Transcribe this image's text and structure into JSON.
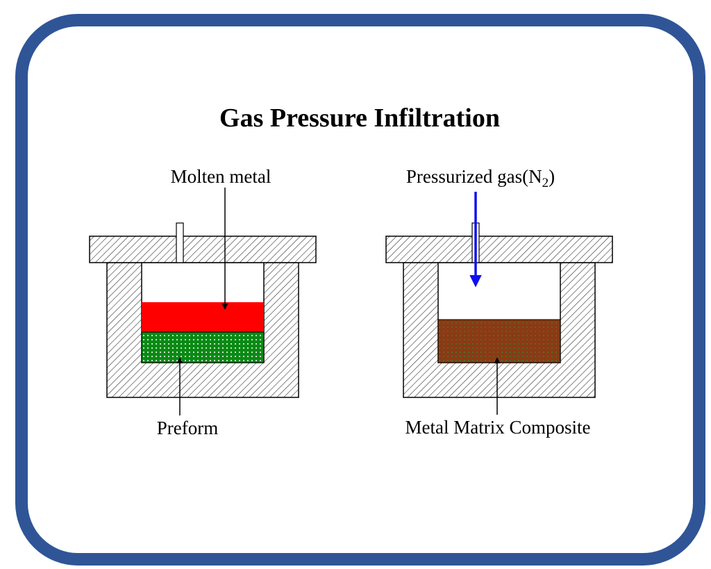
{
  "title": "Gas Pressure Infiltration",
  "left_setup": {
    "top_label": "Molten  metal",
    "bottom_label": "Preform"
  },
  "right_setup": {
    "gas_label_prefix": "Pressurized gas(N",
    "gas_label_subscript": "2",
    "gas_label_suffix": ")",
    "bottom_label": "Metal Matrix Composite"
  },
  "colors": {
    "frame": "#2f5597",
    "molten_metal": "#ff0000",
    "preform": "#0a8a14",
    "composite": "#8a3a14",
    "gas_arrow": "#1010ee"
  }
}
